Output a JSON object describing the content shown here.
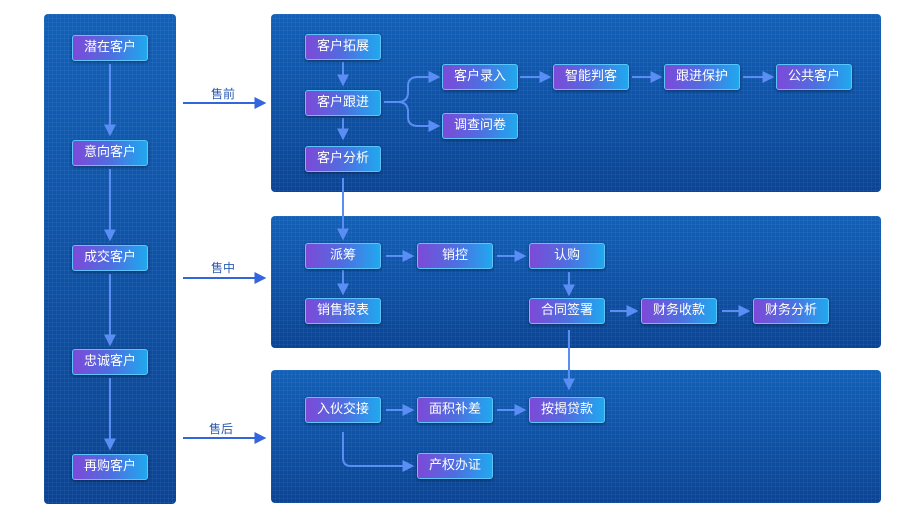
{
  "stages": {
    "presale": "售前",
    "sale": "售中",
    "aftersale": "售后"
  },
  "lifecycle": [
    "潜在客户",
    "意向客户",
    "成交客户",
    "忠诚客户",
    "再购客户"
  ],
  "presale": {
    "expand": "客户拓展",
    "follow": "客户跟进",
    "analysis": "客户分析",
    "entry": "客户录入",
    "judge": "智能判客",
    "protect": "跟进保护",
    "public": "公共客户",
    "survey": "调查问卷"
  },
  "sale": {
    "assign": "派筹",
    "control": "销控",
    "subscribe": "认购",
    "report": "销售报表",
    "contract": "合同签署",
    "payment": "财务收款",
    "finance": "财务分析"
  },
  "aftersale": {
    "handover": "入伙交接",
    "area": "面积补差",
    "loan": "按揭贷款",
    "property": "产权办证"
  },
  "colors": {
    "panel": "#0e4ea4",
    "connector": "#5b8ef5",
    "node_start": "#7d49d8",
    "node_end": "#20a8ee",
    "stage_text": "#2a5ab0"
  }
}
